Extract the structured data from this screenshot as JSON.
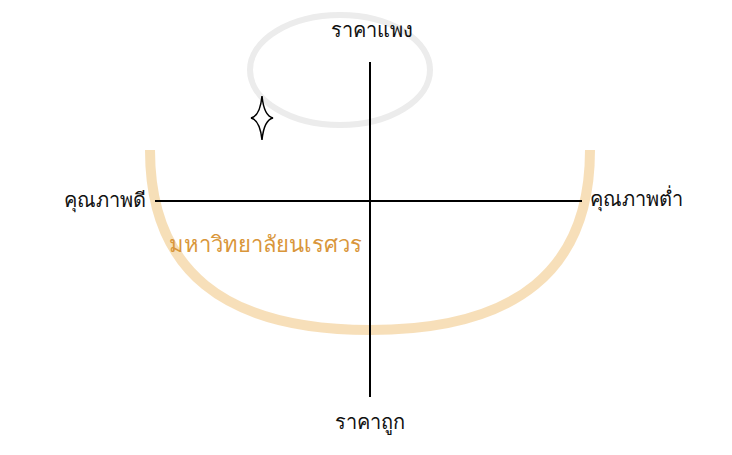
{
  "diagram": {
    "labels": [
      "ราคาแพง",
      "คุณภาพดี",
      "คุณภาพต่ำ",
      "ราคาถูก",
      "มหาวิทยาลัยนเรศวร"
    ]
  }
}
